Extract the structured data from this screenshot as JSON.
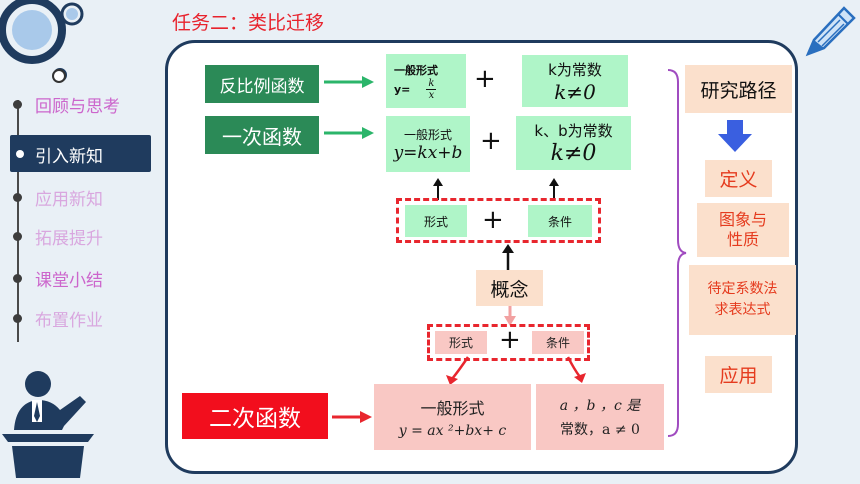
{
  "title": "任务二：类比迁移",
  "nav": {
    "items": [
      "回顾与思考",
      "引入新知",
      "应用新知",
      "拓展提升",
      "课堂小结",
      "布置作业"
    ],
    "colors": [
      "#cc66cc",
      "#ffffff",
      "#d9a7df",
      "#d9a7df",
      "#cc66cc",
      "#d9a7df"
    ]
  },
  "row1": {
    "name": "反比例函数",
    "form_title": "一般形式",
    "form_prefix": "y=",
    "form_num": "k",
    "form_den": "x",
    "plus": "+",
    "cond_title": "k为常数",
    "cond_value": "k≠0"
  },
  "row2": {
    "name": "一次函数",
    "form_title": "一般形式",
    "form_value": "y=kx+b",
    "plus": "+",
    "cond_title": "k、b为常数",
    "cond_value": "k≠0"
  },
  "middle1": {
    "left": "形式",
    "plus": "+",
    "right": "条件"
  },
  "concept": "概念",
  "middle2": {
    "left": "形式",
    "plus": "+",
    "right": "条件"
  },
  "row3": {
    "name": "二次函数",
    "form_title": "一般形式",
    "form_value": "y = ax ²+bx+ c",
    "cond_line1": "a ，b ，c 是",
    "cond_line2": "常数，a ≠ 0"
  },
  "path": {
    "title": "研究路径",
    "steps": [
      "定义",
      "图象与\n性质",
      "待定系数法\n求表达式",
      "应用"
    ]
  },
  "colors": {
    "dark_green": "#2b8a57",
    "light_green": "#aff5c8",
    "pink": "#f9c8c4",
    "peach": "#fbe0cc",
    "red": "#f20e1d",
    "navy": "#1f3b5e",
    "bracket": "#a04cc0",
    "down_arrow": "#3a5fe0"
  }
}
